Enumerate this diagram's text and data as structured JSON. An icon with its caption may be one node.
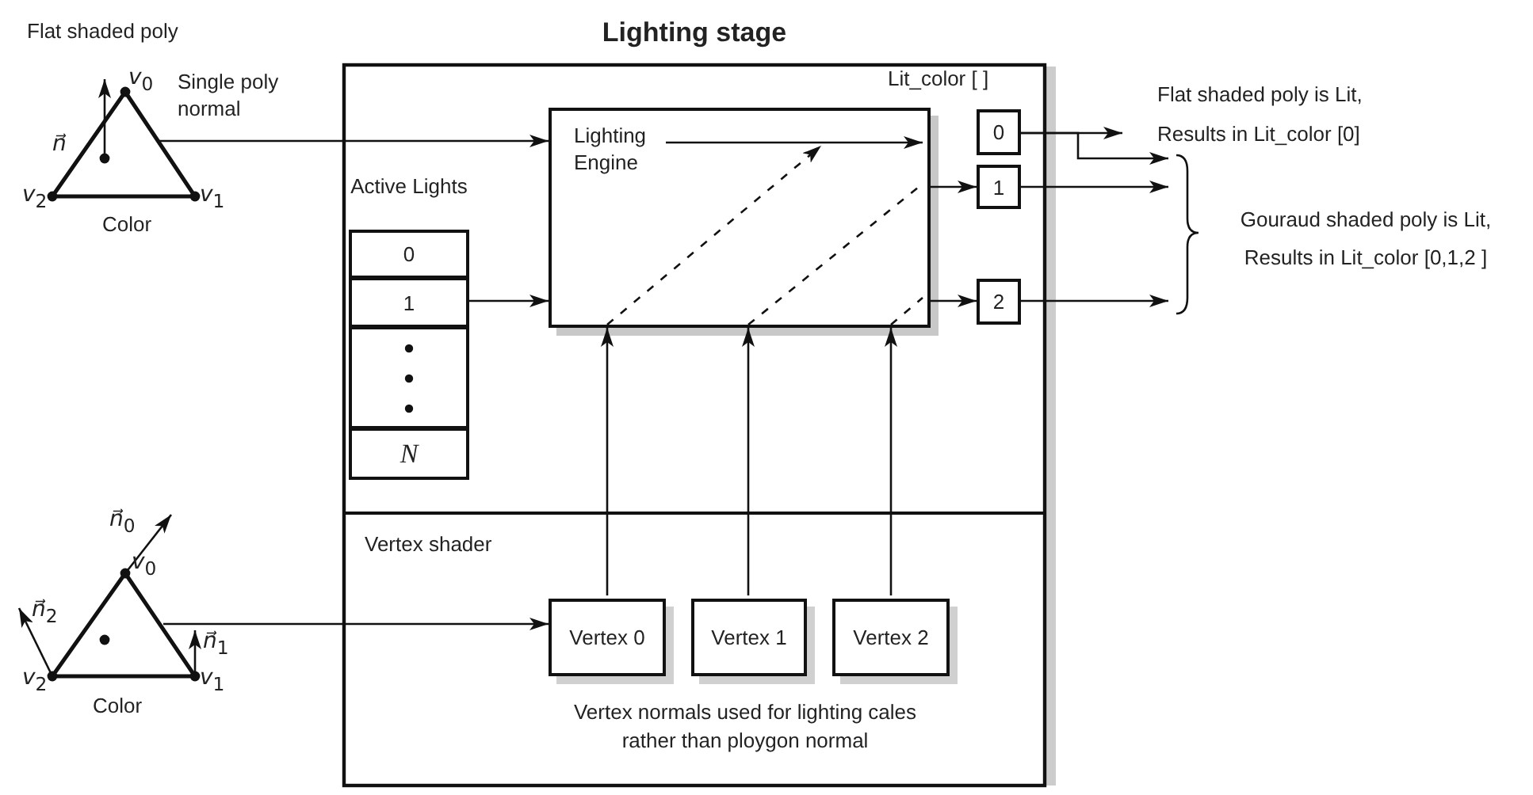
{
  "diagram": {
    "nodes": [
      {
        "text": [
          "Lighting stage"
        ]
      },
      {
        "text": [
          "Vertex shader"
        ],
        "in": 0
      },
      {
        "text": [
          "Lighting Engine"
        ],
        "in": 0
      },
      {
        "text": [
          "Active Lights"
        ],
        "in": 0
      },
      {
        "text": [
          "0"
        ],
        "in": 3
      },
      {
        "text": [
          "1"
        ],
        "in": 3
      },
      {
        "text": [],
        "shape": "box",
        "in": 3
      },
      {
        "text": [
          "N"
        ],
        "in": 3
      },
      {
        "text": [
          "0"
        ],
        "in": 0
      },
      {
        "text": [
          "1"
        ],
        "in": 0
      },
      {
        "text": [
          "2"
        ],
        "in": 0
      },
      {
        "text": [
          "Vertex 0"
        ],
        "in": 1
      },
      {
        "text": [
          "Vertex 1"
        ],
        "in": 1
      },
      {
        "text": [
          "Vertex 2"
        ],
        "in": 1
      },
      {
        "text": [
          "Flat shaded poly",
          "Color"
        ]
      },
      {
        "text": [
          "Color"
        ]
      },
      {
        "text": [
          "Flat shaded poly is Lit, Results in Lit_color [0]"
        ]
      },
      {
        "text": [
          "Gouraud shaded poly is Lit, Results in Lit_color [0,1,2 ]"
        ]
      }
    ],
    "edges": [
      {
        "from": 14,
        "to": 2,
        "arrow": "to",
        "label": "Single poly normal"
      },
      {
        "from": 5,
        "to": 2,
        "arrow": "to"
      },
      {
        "from": 15,
        "to": 11,
        "arrow": "to"
      },
      {
        "from": 11,
        "to": 2,
        "arrow": "to"
      },
      {
        "from": 12,
        "to": 2,
        "arrow": "to"
      },
      {
        "from": 13,
        "to": 2,
        "arrow": "to"
      },
      {
        "from": 2,
        "to": 9,
        "arrow": "to"
      },
      {
        "from": 2,
        "to": 10,
        "arrow": "to"
      },
      {
        "from": 8,
        "to": 16,
        "arrow": "to"
      },
      {
        "from": 8,
        "to": 17,
        "arrow": "to"
      },
      {
        "from": 9,
        "to": 17,
        "arrow": "to"
      },
      {
        "from": 10,
        "to": 17,
        "arrow": "to"
      }
    ],
    "labels": [
      "*v*$_{0}$",
      "*n⃗*",
      "*v*$_{2}$",
      "*v*$_{1}$",
      "Lit_color [ ]",
      "*n⃗*$_{0}$",
      "*v*$_{0}$",
      "*n⃗*$_{2}$",
      "*n⃗*$_{1}$",
      "*v*$_{2}$",
      "*v*$_{1}$",
      "Vertex normals used for lighting cales rather than ploygon normal"
    ]
  }
}
